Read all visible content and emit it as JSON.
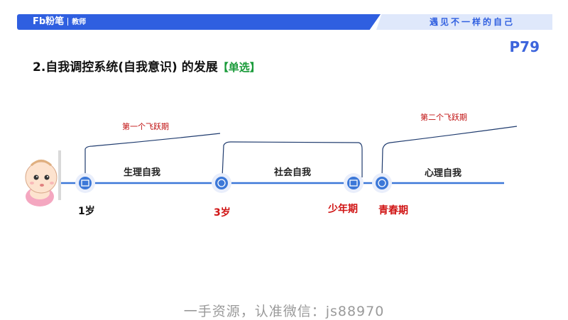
{
  "header": {
    "logo": "Fb粉笔",
    "logo_sub": "教师",
    "slogan": "遇见不一样的自己"
  },
  "page_number": "P79",
  "title": {
    "main": "2.自我调控系统(自我意识) 的发展",
    "tag": "【单选】"
  },
  "timeline": {
    "segments": [
      "生理自我",
      "社会自我",
      "心理自我"
    ],
    "points": [
      "1岁",
      "3岁",
      "少年期",
      "青春期"
    ],
    "annotations": [
      "第一个飞跃期",
      "第二个飞跃期"
    ]
  },
  "watermark": "一手资源，认准微信：js88970"
}
